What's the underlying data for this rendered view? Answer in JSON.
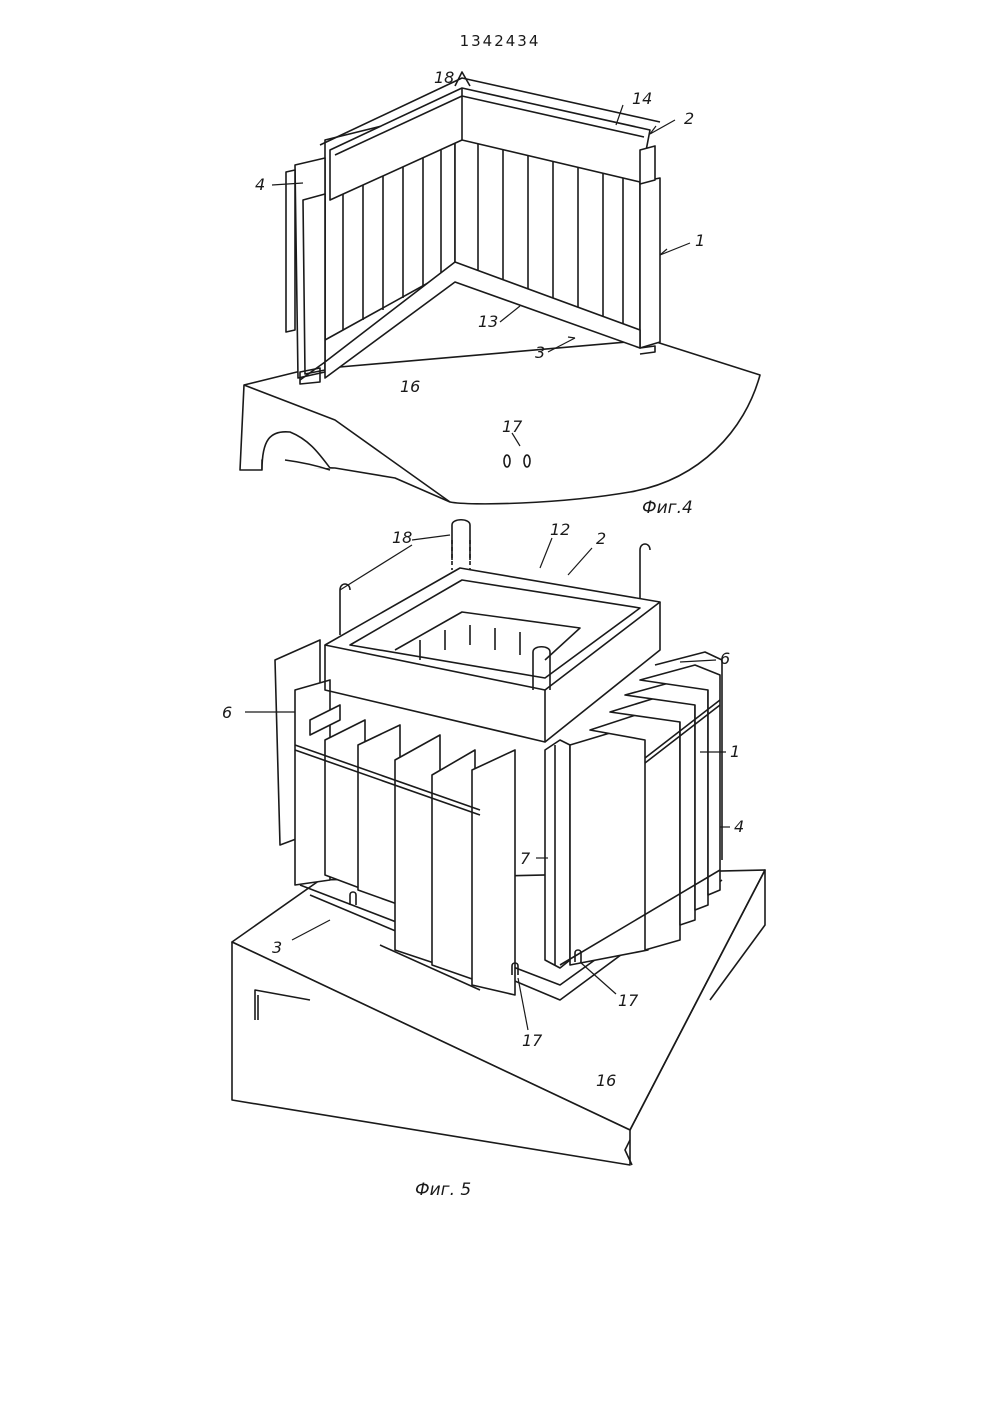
{
  "header": {
    "patent_number": "1342434"
  },
  "figure4": {
    "caption": "Фиг.4",
    "labels": {
      "l1": "1",
      "l2": "2",
      "l3": "3",
      "l4": "4",
      "l13": "13",
      "l14": "14",
      "l16": "16",
      "l17": "17",
      "l18": "18"
    }
  },
  "figure5": {
    "caption": "Фиг. 5",
    "labels": {
      "l1": "1",
      "l2": "2",
      "l3": "3",
      "l4": "4",
      "l6a": "6",
      "l6b": "6",
      "l7": "7",
      "l12": "12",
      "l16": "16",
      "l17a": "17",
      "l17b": "17",
      "l18": "18"
    }
  },
  "colors": {
    "ink": "#1a1a1a",
    "paper": "#ffffff"
  }
}
